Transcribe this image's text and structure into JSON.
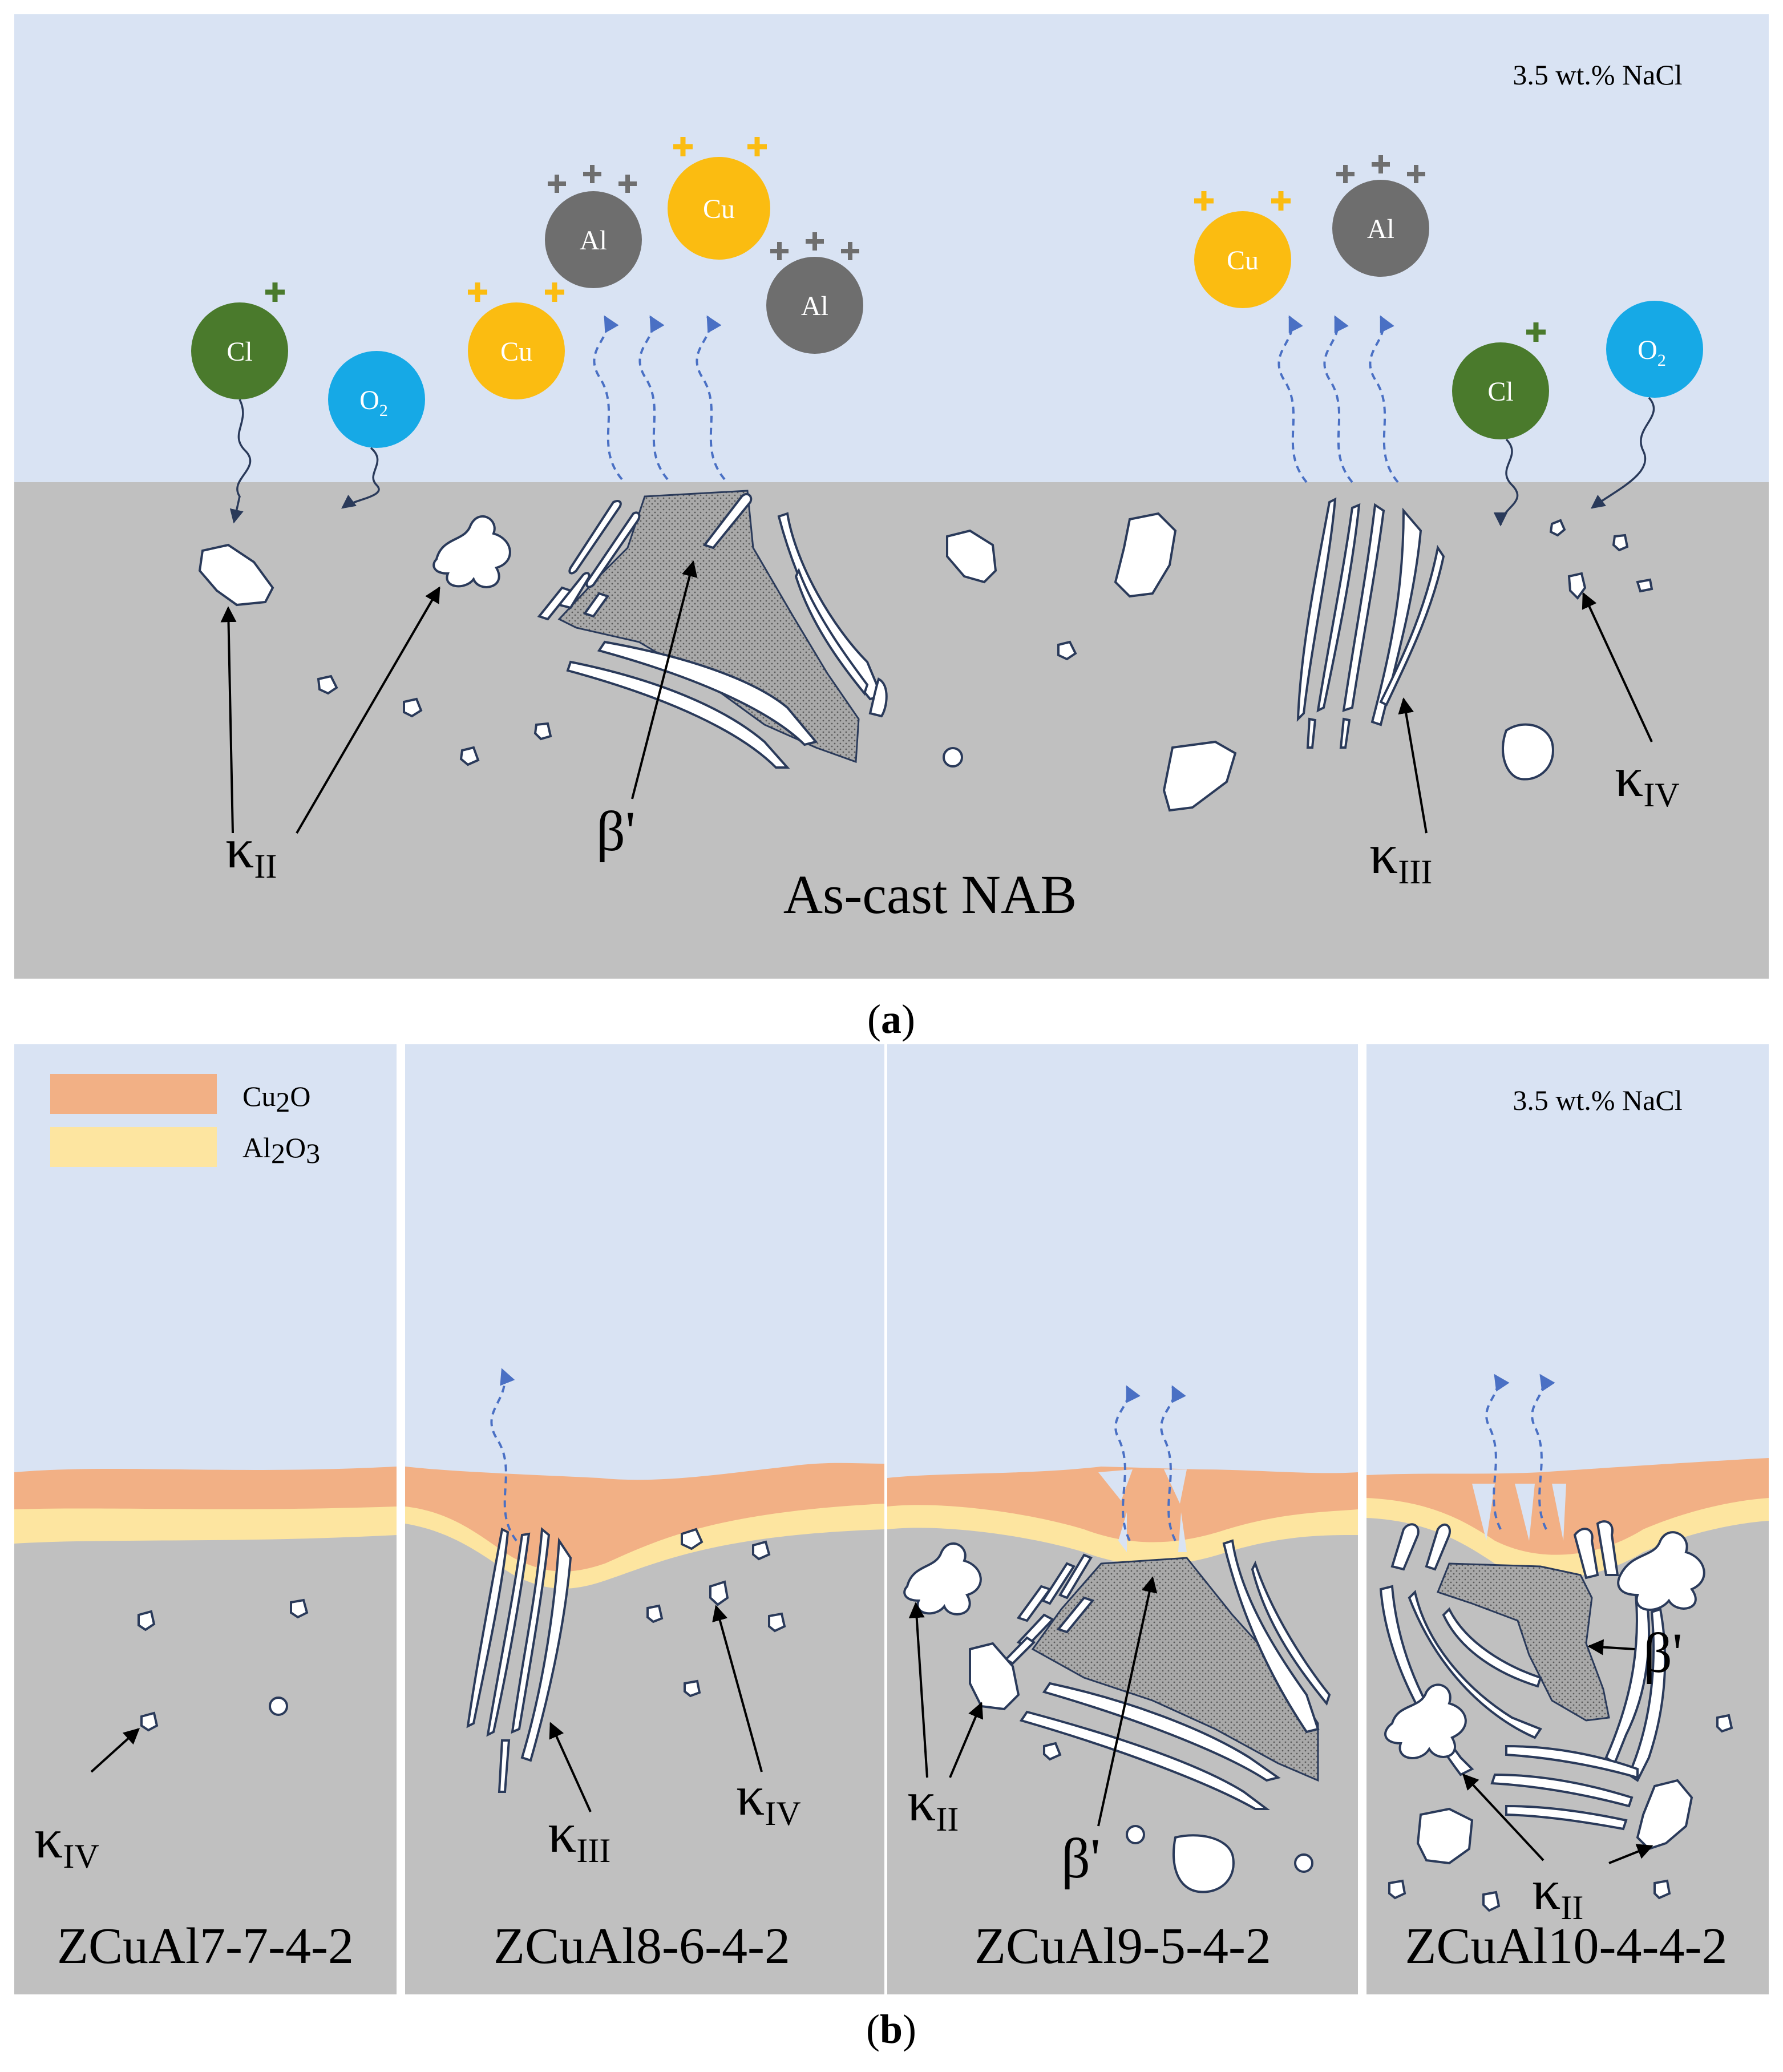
{
  "colors": {
    "solution": "#d9e3f3",
    "alloy": "#c0c0c0",
    "cu2o": "#f2b085",
    "al2o3": "#fde5a0",
    "cl_ion": "#4a7a2c",
    "o2_molecule": "#16a9e6",
    "cu_ion": "#fbbc11",
    "al_ion": "#6e6e6e",
    "cu_charge": "#fbbc11",
    "al_charge": "#6e6e6e",
    "cl_charge": "#4a7a2c",
    "flow_arrow": "#4a70c4",
    "particle_outline": "#2a3a5a"
  },
  "panel_a": {
    "caption": "a",
    "medium": "3.5 wt.% NaCl",
    "alloy": "As-cast NAB",
    "ions": {
      "cl": "Cl",
      "o2": "O",
      "o2_sub": "2",
      "cu": "Cu",
      "al": "Al"
    },
    "labels": {
      "kappa": "κ",
      "sub_ii": "II",
      "sub_iii": "III",
      "sub_iv": "IV",
      "beta": "β'"
    }
  },
  "panel_b": {
    "caption": "b",
    "medium": "3.5 wt.% NaCl",
    "legend": {
      "cu2o": {
        "a": "Cu",
        "b": "2",
        "c": "O"
      },
      "al2o3": {
        "a": "Al",
        "b": "2",
        "c": "O",
        "d": "3"
      }
    },
    "alloys": [
      "ZCuAl7-7-4-2",
      "ZCuAl8-6-4-2",
      "ZCuAl9-5-4-2",
      "ZCuAl10-4-4-2"
    ],
    "labels": {
      "kappa": "κ",
      "sub_ii": "II",
      "sub_iii": "III",
      "sub_iv": "IV",
      "beta": "β'"
    }
  }
}
